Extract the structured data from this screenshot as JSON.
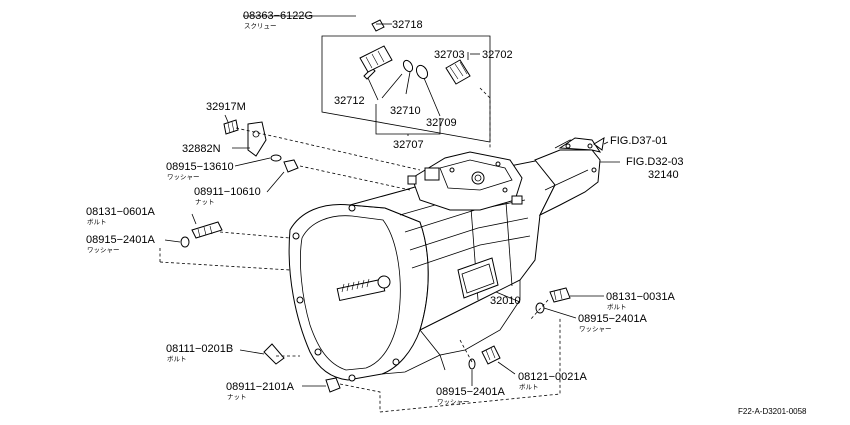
{
  "callouts": [
    {
      "id": "08363-6122G",
      "part_no": "08363−6122G",
      "sub": "スクリュー"
    },
    {
      "id": "32718",
      "part_no": "32718",
      "sub": ""
    },
    {
      "id": "32703",
      "part_no": "32703",
      "sub": ""
    },
    {
      "id": "32702",
      "part_no": "32702",
      "sub": ""
    },
    {
      "id": "32712",
      "part_no": "32712",
      "sub": ""
    },
    {
      "id": "32710",
      "part_no": "32710",
      "sub": ""
    },
    {
      "id": "32709",
      "part_no": "32709",
      "sub": ""
    },
    {
      "id": "32707",
      "part_no": "32707",
      "sub": ""
    },
    {
      "id": "32917M",
      "part_no": "32917M",
      "sub": ""
    },
    {
      "id": "32882N",
      "part_no": "32882N",
      "sub": ""
    },
    {
      "id": "08915-13610",
      "part_no": "08915−13610",
      "sub": "ワッシャー"
    },
    {
      "id": "08911-10610",
      "part_no": "08911−10610",
      "sub": "ナット"
    },
    {
      "id": "08131-0601A",
      "part_no": "08131−0601A",
      "sub": "ボルト"
    },
    {
      "id": "08915-2401A-left",
      "part_no": "08915−2401A",
      "sub": "ワッシャー"
    },
    {
      "id": "FIG.D37-01",
      "part_no": "FIG.D37-01",
      "sub": ""
    },
    {
      "id": "FIG.D32-03",
      "part_no": "FIG.D32-03",
      "sub": ""
    },
    {
      "id": "32140",
      "part_no": "32140",
      "sub": ""
    },
    {
      "id": "32010",
      "part_no": "32010",
      "sub": ""
    },
    {
      "id": "08131-0031A",
      "part_no": "08131−0031A",
      "sub": "ボルト"
    },
    {
      "id": "08915-2401A-right",
      "part_no": "08915−2401A",
      "sub": "ワッシャー"
    },
    {
      "id": "08111-0201B",
      "part_no": "08111−0201B",
      "sub": "ボルト"
    },
    {
      "id": "08911-2101A",
      "part_no": "08911−2101A",
      "sub": "ナット"
    },
    {
      "id": "08915-2401A-bottom",
      "part_no": "08915−2401A",
      "sub": "ワッシャー"
    },
    {
      "id": "08121-0021A",
      "part_no": "08121−0021A",
      "sub": "ボルト"
    }
  ],
  "diagram_code": "F22-A-D3201-0058"
}
